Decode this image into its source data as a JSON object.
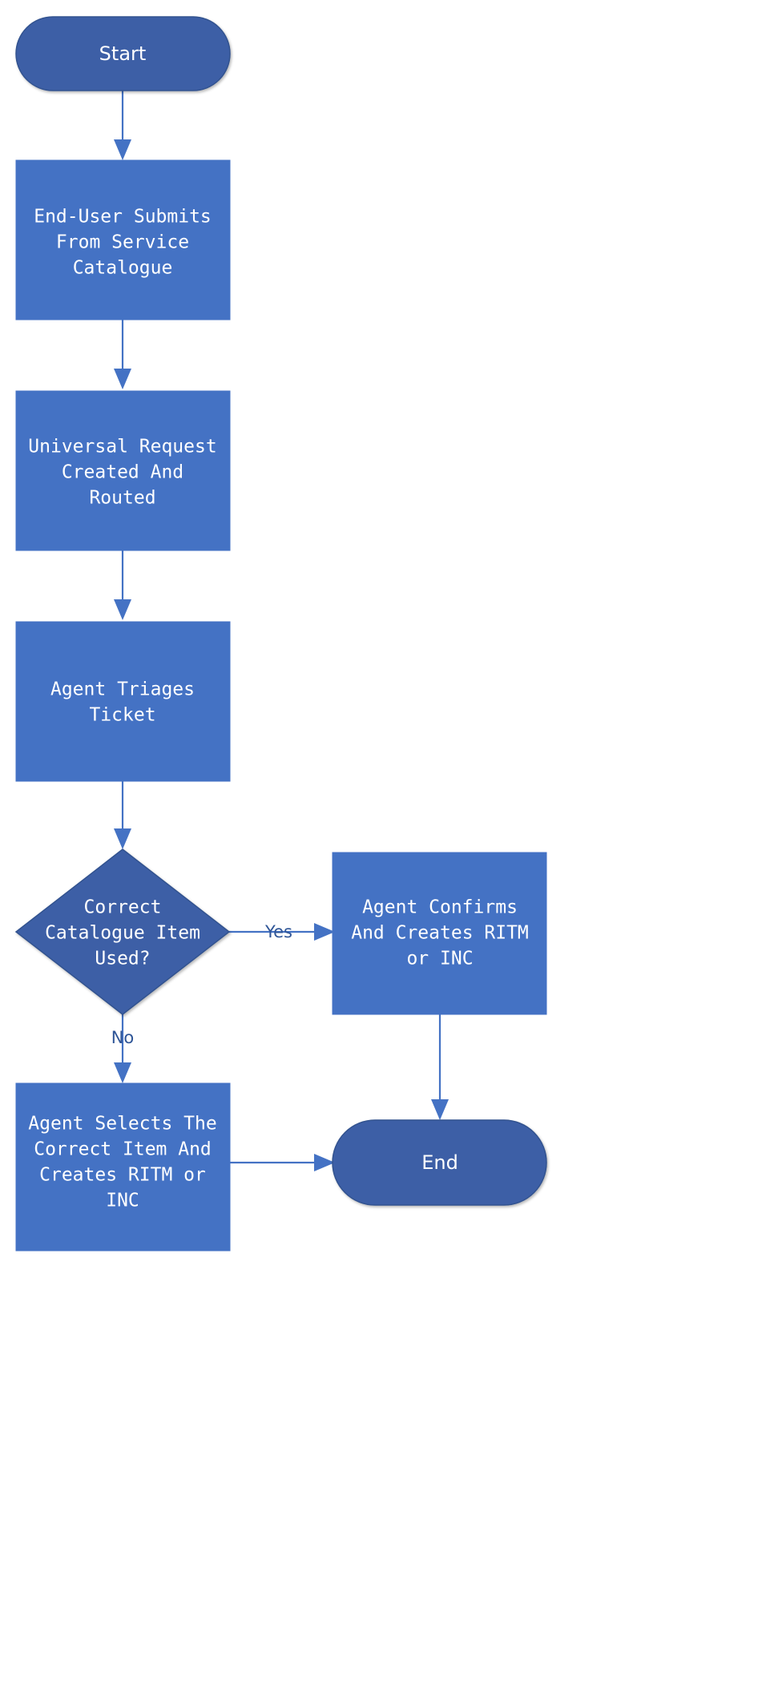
{
  "diagram": {
    "type": "flowchart",
    "direction": "top-to-bottom",
    "background_color": "#ffffff",
    "colors": {
      "process_fill": "#4472c4",
      "terminal_fill": "#3c5fa6",
      "decision_fill": "#3c5fa6",
      "node_text": "#ffffff",
      "edge_line": "#4472c4",
      "edge_label_text": "#2e5597"
    }
  },
  "nodes": {
    "start": {
      "label": "Start",
      "shape": "stadium",
      "kind": "terminal"
    },
    "submit": {
      "label_lines": [
        "End-User Submits",
        "From Service",
        "Catalogue"
      ],
      "shape": "rectangle",
      "kind": "process"
    },
    "request": {
      "label_lines": [
        "Universal Request",
        "Created And",
        "Routed"
      ],
      "shape": "rectangle",
      "kind": "process"
    },
    "triage": {
      "label_lines": [
        "Agent Triages",
        "Ticket"
      ],
      "shape": "rectangle",
      "kind": "process"
    },
    "decision": {
      "label_lines": [
        "Correct",
        "Catalogue Item",
        "Used?"
      ],
      "shape": "diamond",
      "kind": "decision"
    },
    "confirm": {
      "label_lines": [
        "Agent Confirms",
        "And Creates RITM",
        "or INC"
      ],
      "shape": "rectangle",
      "kind": "process"
    },
    "select": {
      "label_lines": [
        "Agent Selects The",
        "Correct Item And",
        "Creates RITM or",
        "INC"
      ],
      "shape": "rectangle",
      "kind": "process"
    },
    "end": {
      "label": "End",
      "shape": "stadium",
      "kind": "terminal"
    }
  },
  "edges": [
    {
      "from": "start",
      "to": "submit",
      "label": ""
    },
    {
      "from": "submit",
      "to": "request",
      "label": ""
    },
    {
      "from": "request",
      "to": "triage",
      "label": ""
    },
    {
      "from": "triage",
      "to": "decision",
      "label": ""
    },
    {
      "from": "decision",
      "to": "confirm",
      "label": "Yes"
    },
    {
      "from": "decision",
      "to": "select",
      "label": "No"
    },
    {
      "from": "confirm",
      "to": "end",
      "label": ""
    },
    {
      "from": "select",
      "to": "end",
      "label": ""
    }
  ],
  "edge_labels": {
    "yes": "Yes",
    "no": "No"
  }
}
